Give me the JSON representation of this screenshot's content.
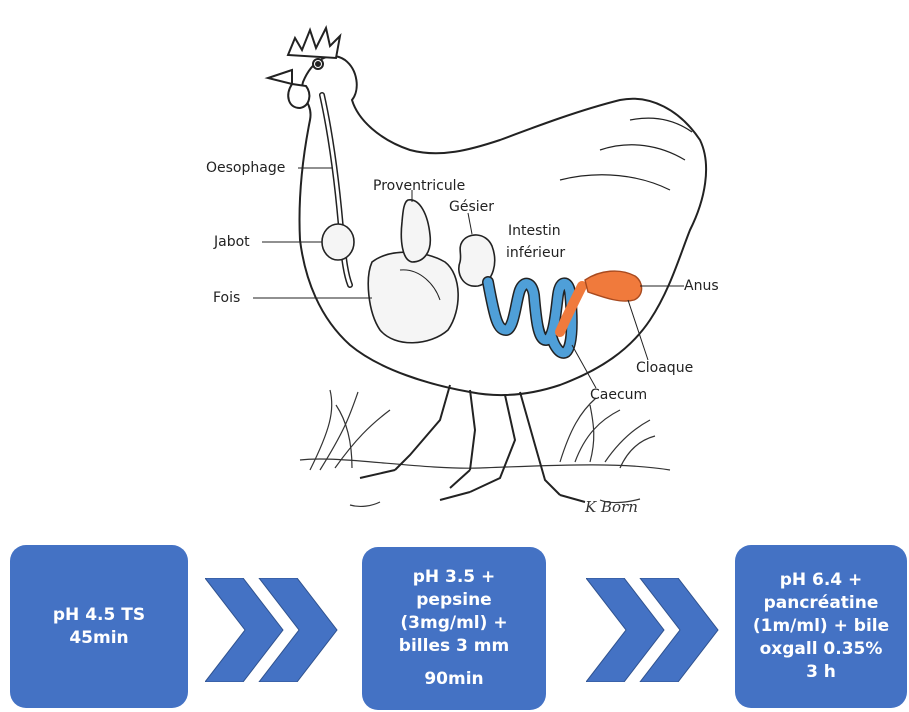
{
  "labels": {
    "oesophage": "Oesophage",
    "proventricule": "Proventricule",
    "gesier": "Gésier",
    "intestin_1": "Intestin",
    "intestin_2": "inférieur",
    "jabot": "Jabot",
    "fois": "Fois",
    "anus": "Anus",
    "cloaque": "Cloaque",
    "caecum": "Caecum",
    "signature": "K Born"
  },
  "steps": [
    {
      "lines": [
        "pH 4.5 TS",
        "45min"
      ]
    },
    {
      "lines": [
        "pH 3.5 +",
        "pepsine",
        "(3mg/ml) +",
        "billes 3 mm"
      ],
      "time": "90min"
    },
    {
      "lines": [
        "pH 6.4 +",
        "pancréatine",
        "(1m/ml) + bile",
        "oxgall 0.35%",
        "3 h"
      ]
    }
  ],
  "colors": {
    "step_box": "#4472c4",
    "intestine": "#4f9fd8",
    "caecum_cloaca": "#f07a3c",
    "chevron": "#4472c4"
  }
}
